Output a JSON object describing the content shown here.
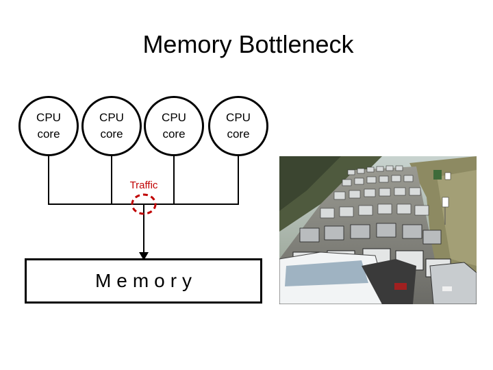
{
  "slide": {
    "title": "Memory Bottleneck",
    "cpus": [
      {
        "line1": "CPU",
        "line2": "core"
      },
      {
        "line1": "CPU",
        "line2": "core"
      },
      {
        "line1": "CPU",
        "line2": "core"
      },
      {
        "line1": "CPU",
        "line2": "core"
      }
    ],
    "traffic_label": "Traffic",
    "memory_label": "Memory"
  },
  "colors": {
    "traffic_accent": "#c00000"
  }
}
